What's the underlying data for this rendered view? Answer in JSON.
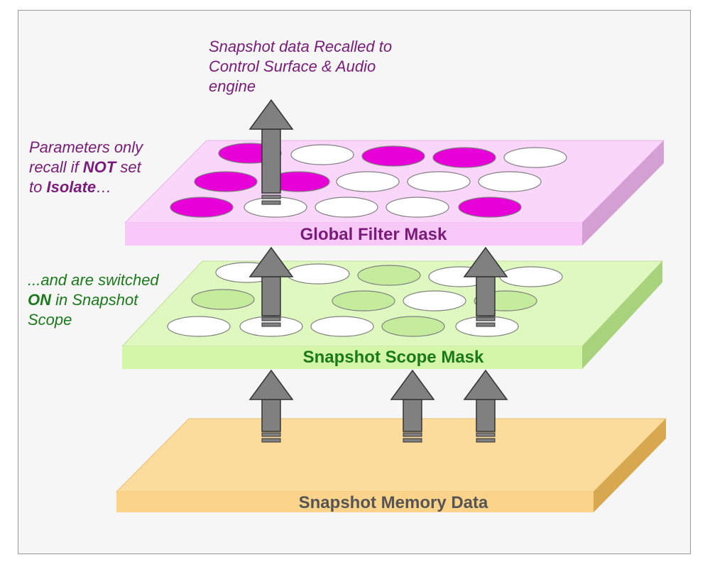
{
  "colors": {
    "purple_text": "#7a1a7a",
    "green_text": "#1a7a1a",
    "gray_text": "#555555",
    "global_face": "#f8c8f8",
    "global_side": "#d4a0d4",
    "global_on": "#e800d8",
    "scope_face": "#d4f6a8",
    "scope_side": "#a8d27c",
    "scope_on": "#c4ec9c",
    "memory_face": "#fbd38a",
    "memory_side": "#d8a850",
    "arrow": "#808080"
  },
  "layers": {
    "global_filter": {
      "label": "Global Filter Mask"
    },
    "snapshot_scope": {
      "label": "Snapshot Scope Mask"
    },
    "snapshot_memory": {
      "label": "Snapshot Memory Data"
    }
  },
  "annotations": {
    "recall": {
      "line1": "Snapshot data Recalled to",
      "line2": "Control Surface & Audio",
      "line3": "engine"
    },
    "isolate": {
      "line1": "Parameters only",
      "line2_pre": "recall if ",
      "line2_bold": "NOT",
      "line2_post": " set",
      "line3_pre": "to ",
      "line3_bold": "Isolate",
      "line3_post": "…"
    },
    "scope": {
      "line1": "...and are switched",
      "line2_bold": "ON",
      "line2_post": " in Snapshot",
      "line3": "Scope"
    }
  }
}
